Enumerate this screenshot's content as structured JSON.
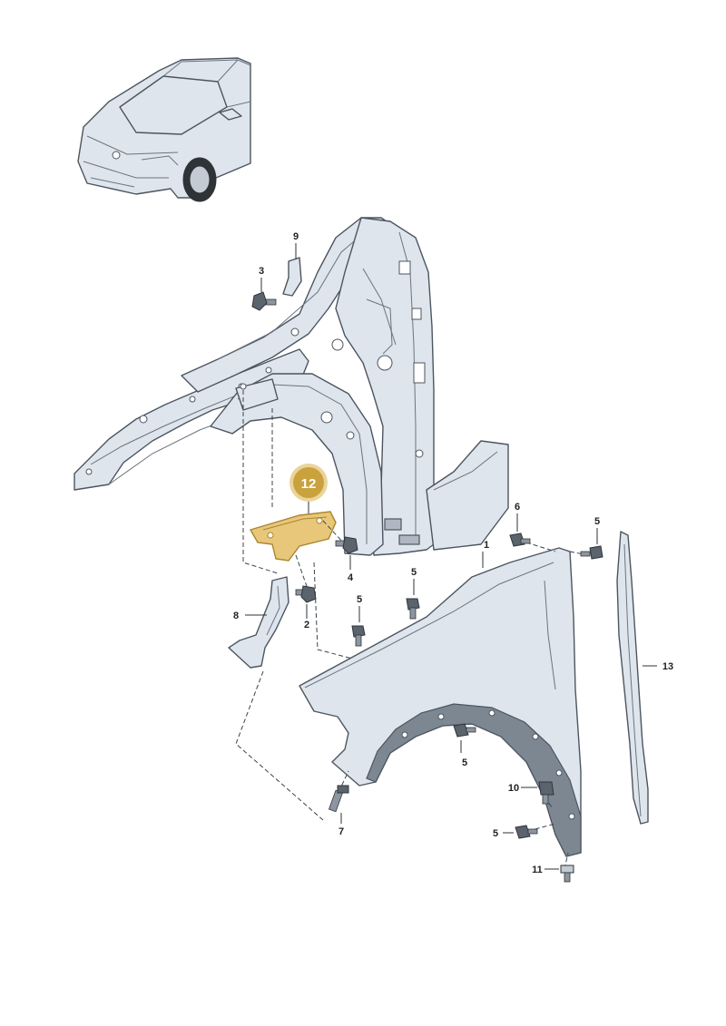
{
  "diagram": {
    "callouts": [
      {
        "id": "c1",
        "label": "1"
      },
      {
        "id": "c2",
        "label": "2"
      },
      {
        "id": "c3",
        "label": "3"
      },
      {
        "id": "c4",
        "label": "4"
      },
      {
        "id": "c5a",
        "label": "5"
      },
      {
        "id": "c5b",
        "label": "5"
      },
      {
        "id": "c5c",
        "label": "5"
      },
      {
        "id": "c5d",
        "label": "5"
      },
      {
        "id": "c5e",
        "label": "5"
      },
      {
        "id": "c6",
        "label": "6"
      },
      {
        "id": "c7",
        "label": "7"
      },
      {
        "id": "c8",
        "label": "8"
      },
      {
        "id": "c9",
        "label": "9"
      },
      {
        "id": "c10",
        "label": "10"
      },
      {
        "id": "c11",
        "label": "11"
      },
      {
        "id": "c12",
        "label": "12"
      },
      {
        "id": "c13",
        "label": "13"
      }
    ],
    "highlighted_part": "12",
    "colors": {
      "highlight_badge": "#c9a23e",
      "highlight_badge_ring": "#ead49a",
      "highlight_part": "#e8c77a",
      "body_panel": "#dfe5ec",
      "outline": "#4c5560"
    }
  }
}
